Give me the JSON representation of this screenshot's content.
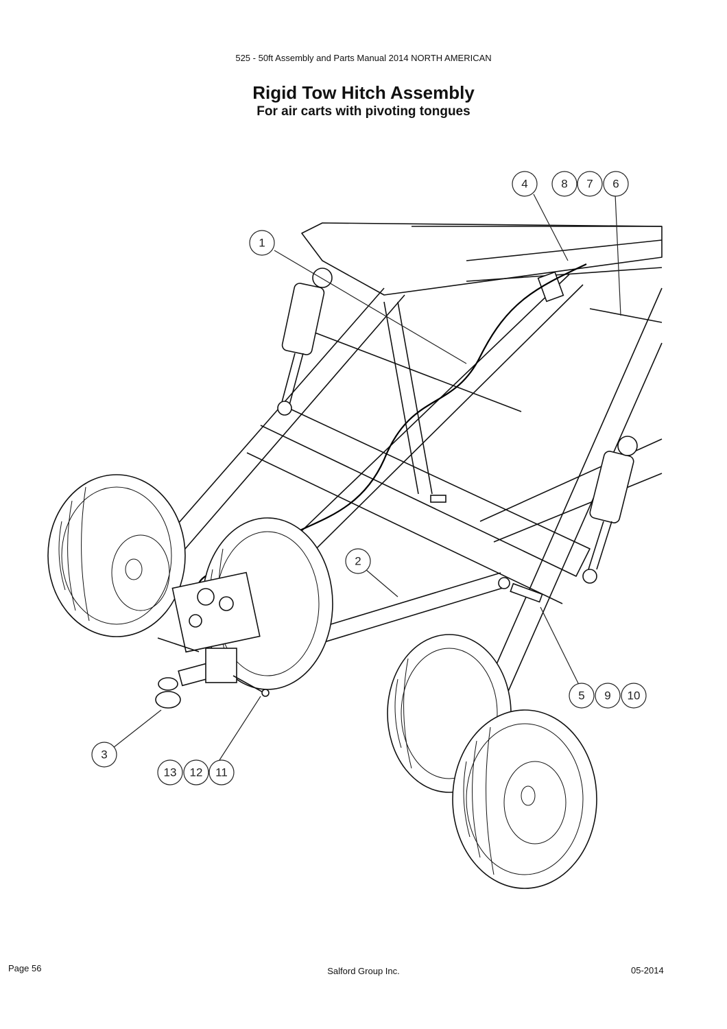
{
  "header": {
    "manual_title": "525 - 50ft Assembly and Parts Manual 2014 NORTH AMERICAN",
    "title": "Rigid Tow Hitch Assembly",
    "subtitle": "For air carts with pivoting tongues"
  },
  "callouts": [
    "1",
    "2",
    "3",
    "4",
    "5",
    "6",
    "7",
    "8",
    "9",
    "10",
    "11",
    "12",
    "13"
  ],
  "footer": {
    "page": "Page 56",
    "company": "Salford Group Inc.",
    "date": "05-2014"
  }
}
